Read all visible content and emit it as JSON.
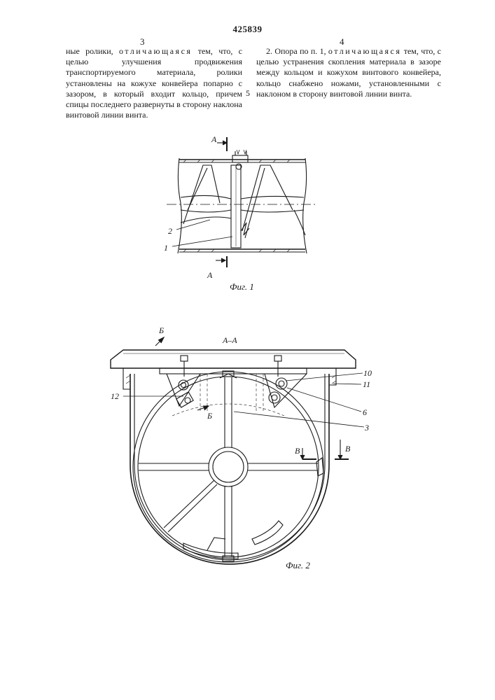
{
  "header": {
    "patent_number": "425839"
  },
  "columns": {
    "left": {
      "page_number": "3",
      "lead": "ные ролики, ",
      "spaced": "отличающаяся",
      "body": " тем, что, с целью улучшения продвижения транспортируемого материала, ролики установлены на кожухе конвейера попарно с зазором, в который входит кольцо, причем спицы последнего развернуты в сторону наклона винтовой линии винта."
    },
    "right": {
      "page_number": "4",
      "lead": "2. Опора по п. 1, ",
      "spaced": "отличающаяся",
      "body": " тем, что, с целью устранения скопления материала в зазоре между кольцом и кожухом винтового конвейера, кольцо снабжено ножами, установленными с наклоном в сторону винтовой линии винта.",
      "line_marker": "5"
    }
  },
  "figure1": {
    "caption": "Фиг. 1",
    "section_label": "А",
    "callouts": [
      "2",
      "1"
    ]
  },
  "figure2": {
    "caption": "Фиг. 2",
    "section_title": "А–А",
    "view_label": "Б",
    "view_label_2": "В",
    "callouts": [
      "10",
      "11",
      "6",
      "3",
      "12"
    ]
  }
}
